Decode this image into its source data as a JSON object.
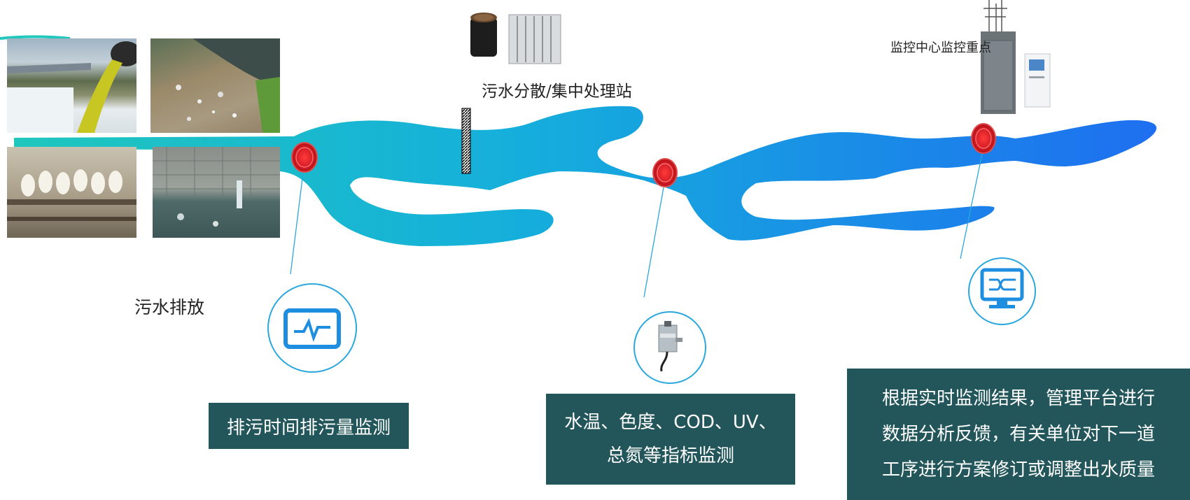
{
  "labels": {
    "station": "污水分散/集中处理站",
    "monitor_center": "监控中心监控重点",
    "discharge": "污水排放"
  },
  "boxes": {
    "box1": "排污时间排污量监测",
    "box2_line1": "水温、色度、COD、UV、",
    "box2_line2": "总氮等指标监测",
    "box3_line1": "根据实时监测结果，管理平台进行",
    "box3_line2": "数据分析反馈，有关单位对下一道",
    "box3_line3": "工序进行方案修订或调整出水质量"
  },
  "icons": [
    "pulse-monitor-icon",
    "water-sensor-icon",
    "network-monitor-icon"
  ],
  "colors": {
    "river_start": "#1fc7bd",
    "river_end": "#1e6ff0",
    "marker": "#e0262e",
    "box_bg": "#22565a",
    "circle_border": "#2aa7dd"
  }
}
